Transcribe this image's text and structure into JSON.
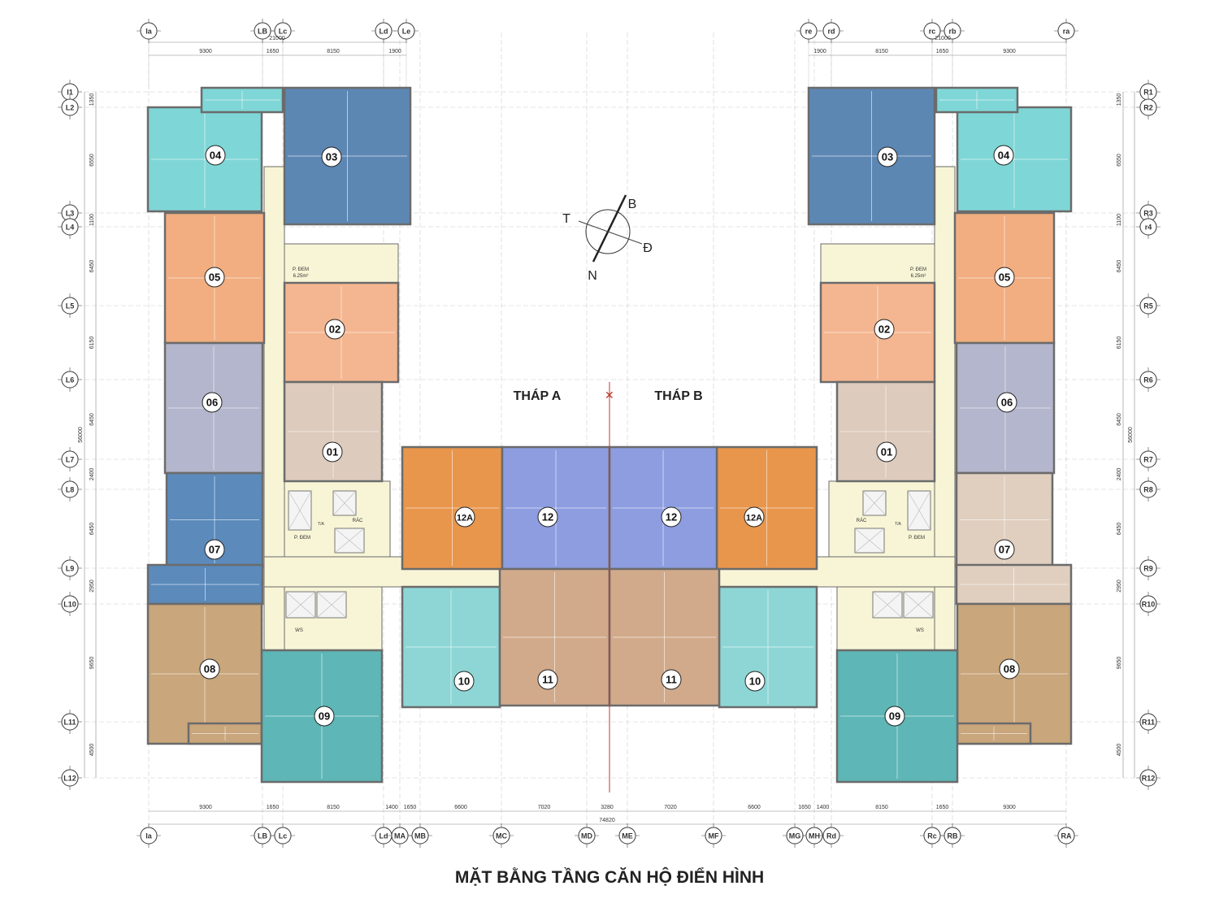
{
  "title": "MẶT BẰNG TẦNG CĂN HỘ ĐIỂN HÌNH",
  "towers": {
    "a": "THÁP A",
    "b": "THÁP B"
  },
  "compass": {
    "t": "T",
    "b": "B",
    "d": "Đ",
    "n": "N"
  },
  "rooms": {
    "p_dem": "P. ĐEM",
    "p_dem_area": "6.25m²",
    "rac": "RÁC",
    "ta": "T/A",
    "ws": "WS"
  },
  "units_left": [
    {
      "id": "04",
      "color": "#7fd6d6"
    },
    {
      "id": "03",
      "color": "#5d87b3"
    },
    {
      "id": "05",
      "color": "#f2ae80"
    },
    {
      "id": "02",
      "color": "#f4b690"
    },
    {
      "id": "06",
      "color": "#b3b6cc"
    },
    {
      "id": "01",
      "color": "#ddcbbd"
    },
    {
      "id": "07",
      "color": "#5b8abb"
    },
    {
      "id": "08",
      "color": "#c9a67b"
    },
    {
      "id": "09",
      "color": "#5eb6b6"
    },
    {
      "id": "12A",
      "color": "#e8964c"
    },
    {
      "id": "12",
      "color": "#8d9de0"
    },
    {
      "id": "10",
      "color": "#8ed6d6"
    },
    {
      "id": "11",
      "color": "#d1aa8b"
    }
  ],
  "units_right": [
    {
      "id": "04",
      "color": "#7fd6d6"
    },
    {
      "id": "03",
      "color": "#5d87b3"
    },
    {
      "id": "05",
      "color": "#f2ae80"
    },
    {
      "id": "02",
      "color": "#f4b690"
    },
    {
      "id": "06",
      "color": "#b3b6cc"
    },
    {
      "id": "01",
      "color": "#ddcbbd"
    },
    {
      "id": "07",
      "color": "#e0cfbf"
    },
    {
      "id": "08",
      "color": "#c9a67b"
    },
    {
      "id": "09",
      "color": "#5eb6b6"
    },
    {
      "id": "12A",
      "color": "#e8964c"
    },
    {
      "id": "12",
      "color": "#8d9de0"
    },
    {
      "id": "10",
      "color": "#8ed6d6"
    },
    {
      "id": "11",
      "color": "#d1aa8b"
    }
  ],
  "colors": {
    "corridor": "#f7f5d6",
    "wall": "#6b6b6b",
    "axis": "#c0392b"
  },
  "grid": {
    "top_left": [
      "Ia",
      "LB",
      "Lc",
      "Ld",
      "Le"
    ],
    "top_right": [
      "re",
      "rd",
      "rc",
      "rb",
      "ra"
    ],
    "bottom": [
      "Ia",
      "LB",
      "Lc",
      "Ld",
      "MA",
      "MB",
      "MC",
      "MD",
      "ME",
      "MF",
      "MG",
      "MH",
      "Rd",
      "Rc",
      "RB",
      "RA"
    ],
    "left": [
      "I1",
      "L2",
      "L3",
      "L4",
      "L5",
      "L6",
      "L7",
      "L8",
      "L9",
      "L10",
      "L11",
      "L12"
    ],
    "right": [
      "R1",
      "R2",
      "R3",
      "r4",
      "R5",
      "R6",
      "R7",
      "R8",
      "R9",
      "R10",
      "R11",
      "R12"
    ]
  },
  "dims": {
    "top_left_total": "21000",
    "top_left": [
      "9300",
      "1650",
      "8150",
      "1900"
    ],
    "top_right_total": "21000",
    "top_right": [
      "1900",
      "8150",
      "1650",
      "9300"
    ],
    "bottom": [
      "9300",
      "1650",
      "8150",
      "1400",
      "1650",
      "6600",
      "7020",
      "3280",
      "7020",
      "6600",
      "1650",
      "1400",
      "8150",
      "1650",
      "9300"
    ],
    "bottom_total": "74820",
    "side": [
      "1350",
      "6550",
      "1100",
      "6450",
      "6150",
      "6450",
      "2400",
      "6450",
      "2950",
      "9650",
      "4500"
    ],
    "side_total": "56000"
  }
}
